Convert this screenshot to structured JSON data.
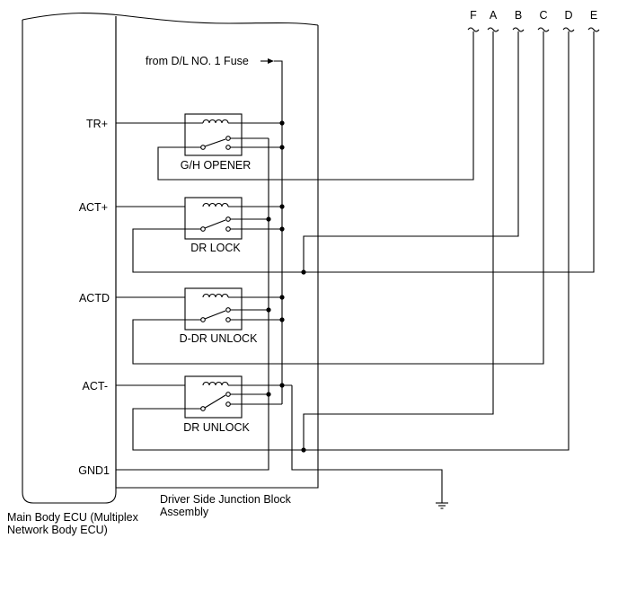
{
  "ecu": {
    "name_line1": "Main Body ECU (Multiplex",
    "name_line2": "Network Body ECU)",
    "terminals": [
      "TR+",
      "ACT+",
      "ACTD",
      "ACT-",
      "GND1"
    ]
  },
  "jb": {
    "name_line1": "Driver Side Junction Block",
    "name_line2": "Assembly",
    "fuse_label": "from D/L NO. 1 Fuse"
  },
  "relays": [
    "G/H OPENER",
    "DR LOCK",
    "D-DR UNLOCK",
    "DR UNLOCK"
  ],
  "connectors": [
    "F",
    "A",
    "B",
    "C",
    "D",
    "E"
  ]
}
